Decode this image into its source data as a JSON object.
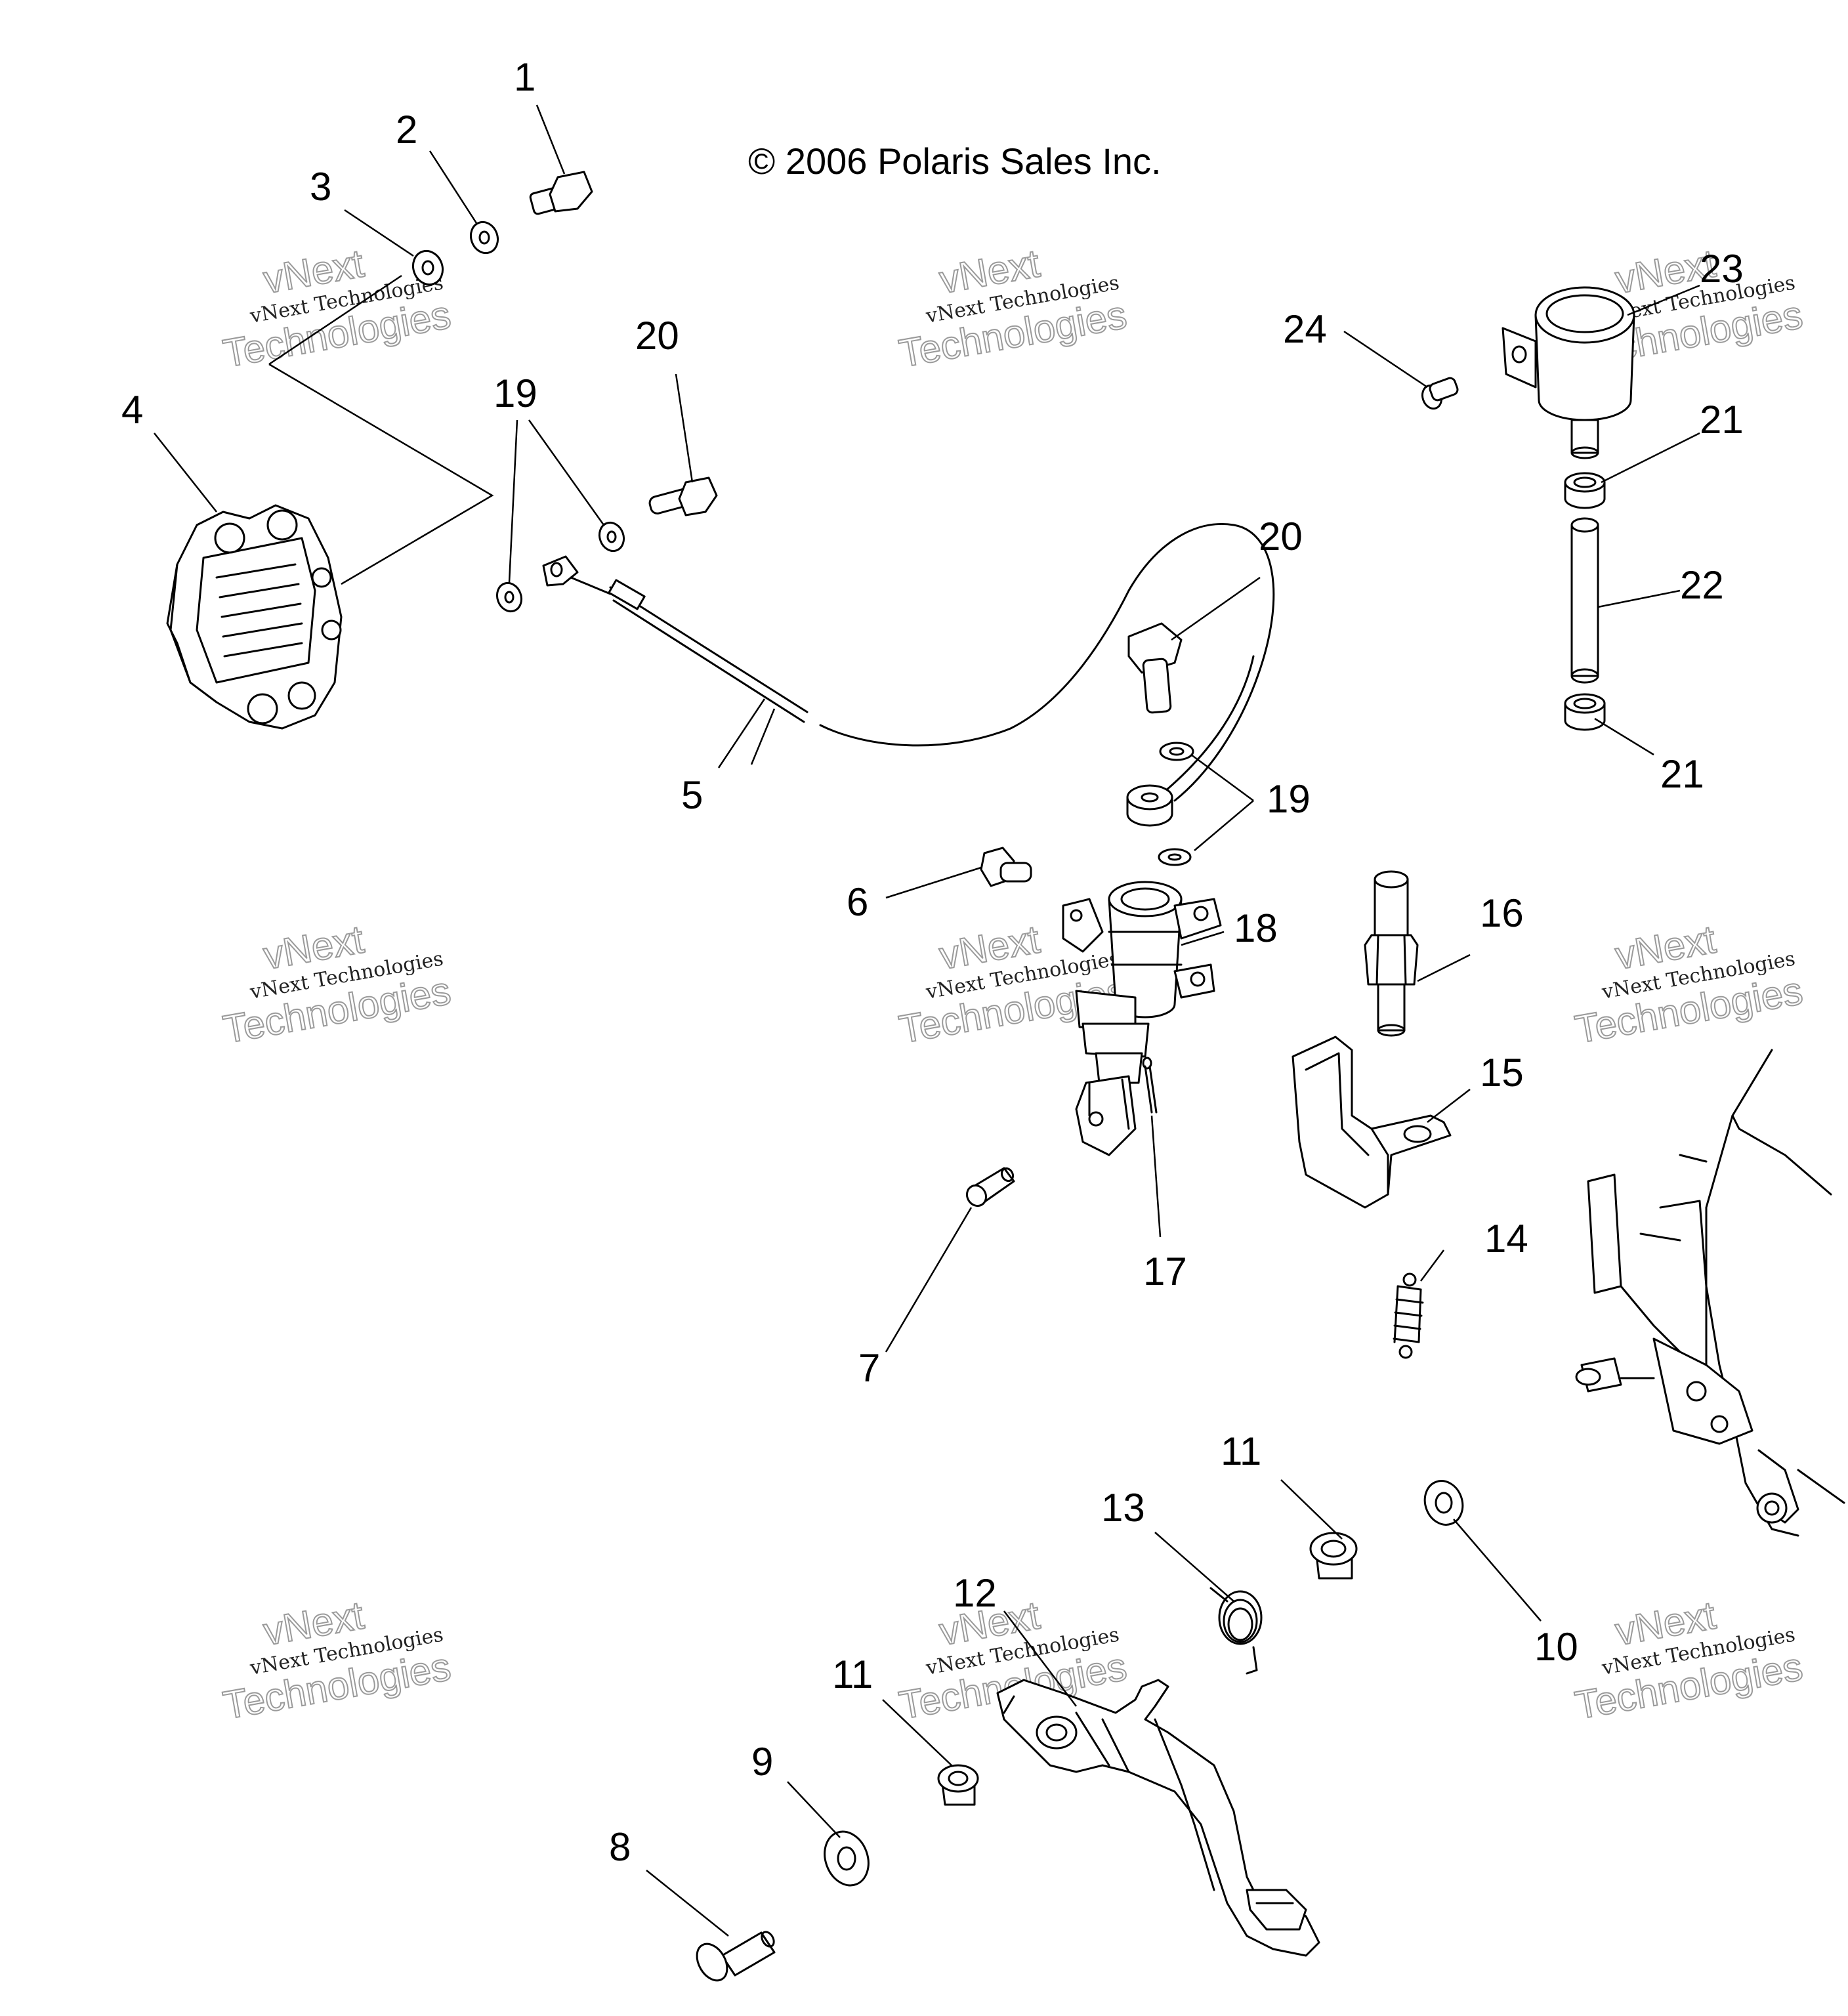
{
  "copyright": "© 2006 Polaris Sales Inc.",
  "watermark": {
    "line1": "vNext Technologies",
    "line2": "Technologies",
    "line3": "vNext"
  },
  "callouts": {
    "n1": "1",
    "n2": "2",
    "n3": "3",
    "n4": "4",
    "n5": "5",
    "n6": "6",
    "n7": "7",
    "n8": "8",
    "n9": "9",
    "n10": "10",
    "n11a": "11",
    "n11b": "11",
    "n12": "12",
    "n13": "13",
    "n14": "14",
    "n15": "15",
    "n16": "16",
    "n17": "17",
    "n18": "18",
    "n19a": "19",
    "n19b": "19",
    "n20a": "20",
    "n20b": "20",
    "n21a": "21",
    "n21b": "21",
    "n22": "22",
    "n23": "23",
    "n24": "24"
  }
}
